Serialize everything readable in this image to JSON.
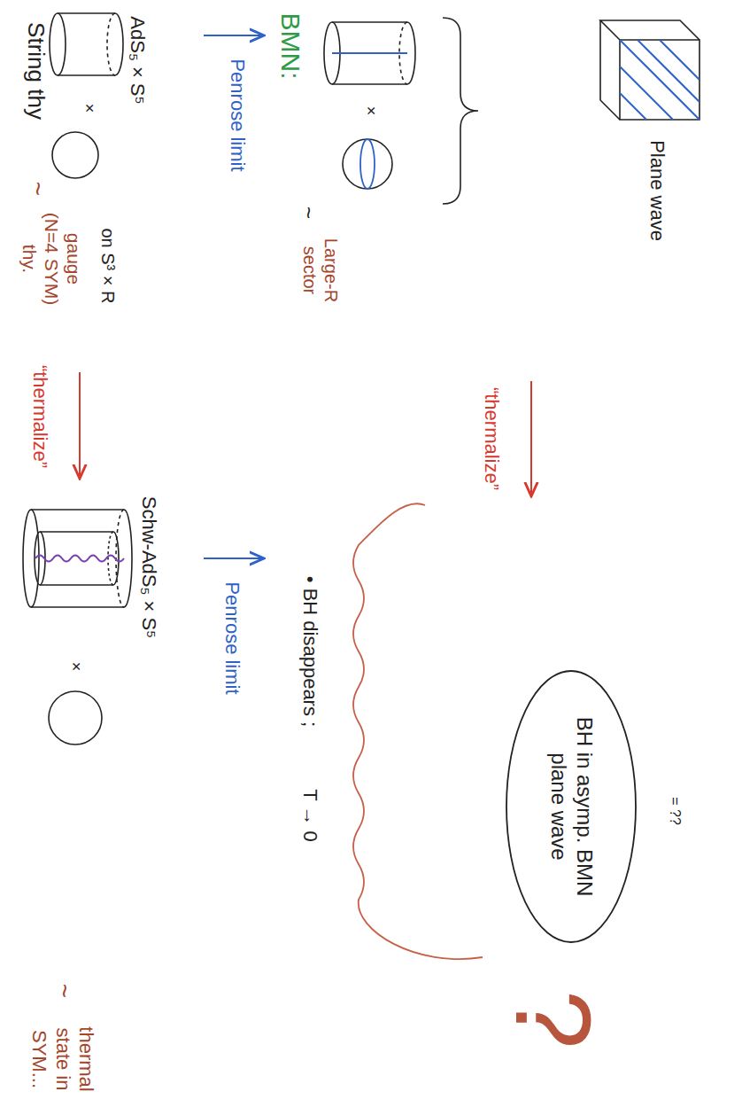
{
  "diagram": {
    "nodes": [
      {
        "text": [
          "BH in asymp. BMN plane wave"
        ]
      }
    ],
    "labels": [
      "String thy",
      "~",
      "gauge (N=4 SYM) thy.",
      "on S³ × R",
      "AdS₅ × S⁵",
      "×",
      "“thermalize”",
      "Schw-AdS₅ × S⁵",
      "×",
      "~",
      "thermal state in SYM...",
      "Penrose limit",
      "BMN:",
      "Penrose limit",
      "• BH disappears ;",
      "T → 0",
      "×",
      "~",
      "Large-R sector",
      "“thermalize”",
      "Plane wave",
      "= ??",
      "?"
    ]
  }
}
